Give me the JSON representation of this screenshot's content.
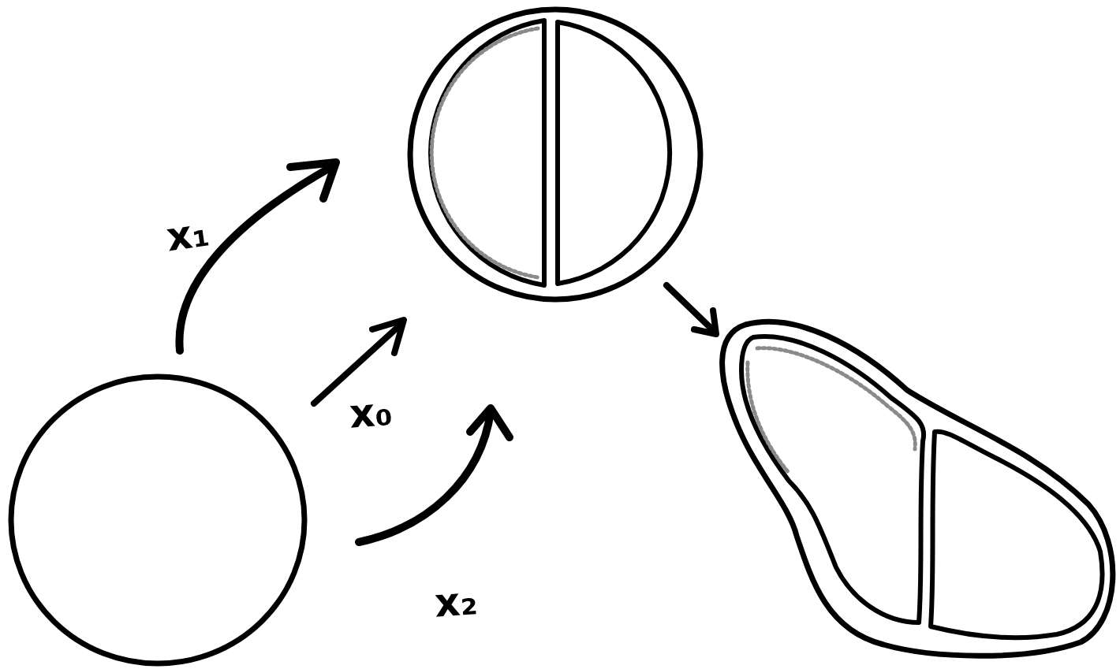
{
  "diagram": {
    "labels": [
      "x₁",
      "x₀",
      "x₂"
    ]
  }
}
